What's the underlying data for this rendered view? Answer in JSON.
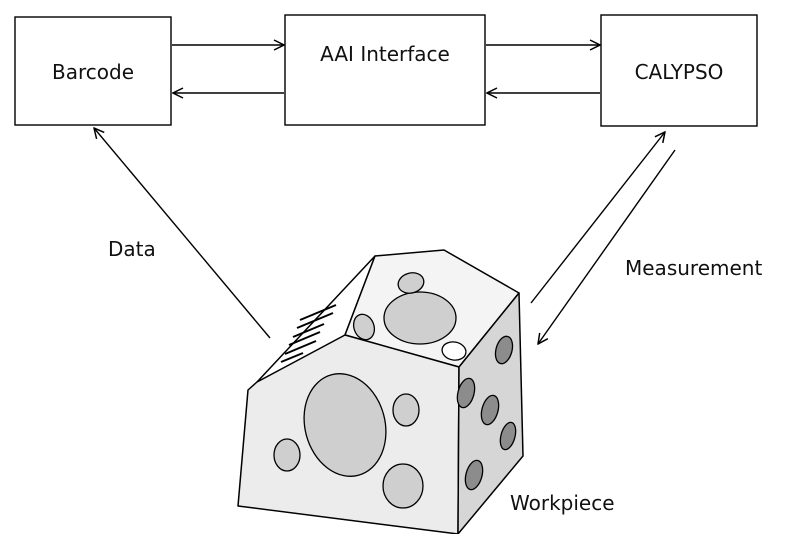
{
  "nodes": {
    "barcode": "Barcode",
    "aai": "AAI Interface",
    "calypso": "CALYPSO"
  },
  "labels": {
    "data": "Data",
    "measurement": "Measurement",
    "workpiece": "Workpiece"
  }
}
